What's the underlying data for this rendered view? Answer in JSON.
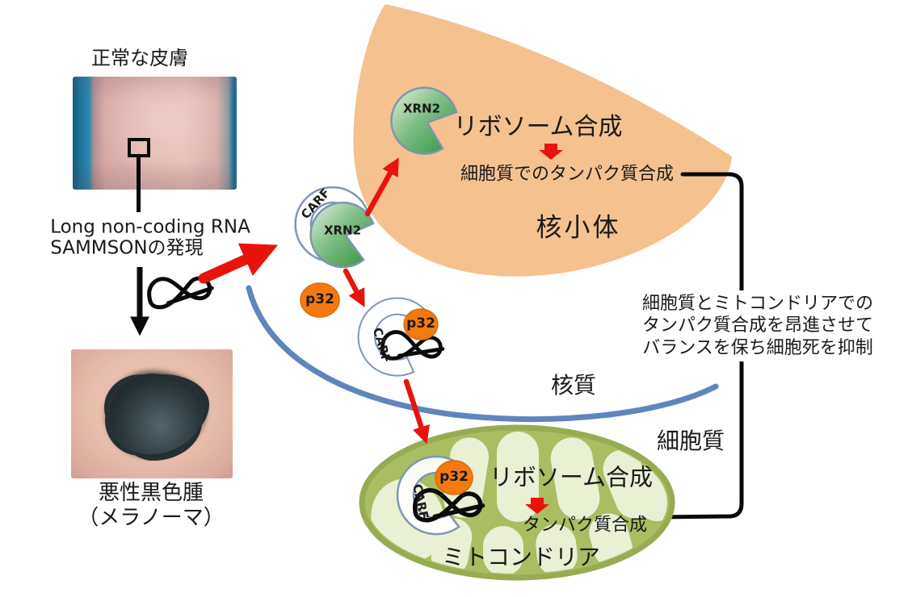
{
  "diagram": {
    "skin": {
      "normal_skin_label": "正常な皮膚",
      "lncrna_line1": "Long non-coding RNA",
      "lncrna_line2": "SAMMSONの発現",
      "melanoma_label_line1": "悪性黒色腫",
      "melanoma_label_line2": "（メラノーマ）"
    },
    "nucleolus": {
      "ribosome_synthesis": "リボソーム合成",
      "protein_synthesis": "細胞質でのタンパク質合成",
      "label": "核小体"
    },
    "nucleoplasm_label": "核質",
    "cytoplasm_label": "細胞質",
    "mitochondria": {
      "ribosome_synthesis": "リボソーム合成",
      "protein_synthesis": "タンパク質合成",
      "label": "ミトコンドリア"
    },
    "effect_note": {
      "line1": "細胞質とミトコンドリアでの",
      "line2": "タンパク質合成を昂進させて",
      "line3": "バランスを保ち細胞死を抑制"
    },
    "molecules": {
      "xrn2": "XRN2",
      "carf": "CARF",
      "p32": "p32"
    },
    "colors": {
      "nucleolus_fill": "#F5C18F",
      "mitochondria_fill": "#A9BD62",
      "mitochondria_border": "#97AC52",
      "cristae_fill": "#EAF0D4",
      "p32_fill": "#F4790F",
      "xrn2_green": "#2E8F3E",
      "carf_outline": "#7F96B5",
      "membrane_blue": "#5E86BD",
      "arrow_red": "#E8140C"
    }
  }
}
